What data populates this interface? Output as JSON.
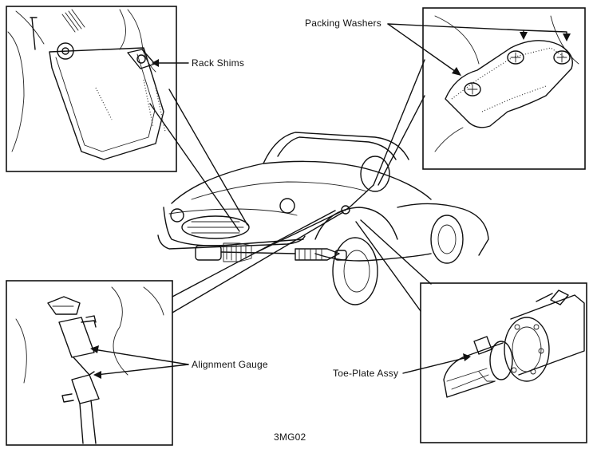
{
  "labels": {
    "rack_shims": "Rack Shims",
    "packing_washers": "Packing Washers",
    "alignment_gauge": "Alignment Gauge",
    "toe_plate_assy": "Toe-Plate Assy",
    "figure_code": "3MG02"
  }
}
